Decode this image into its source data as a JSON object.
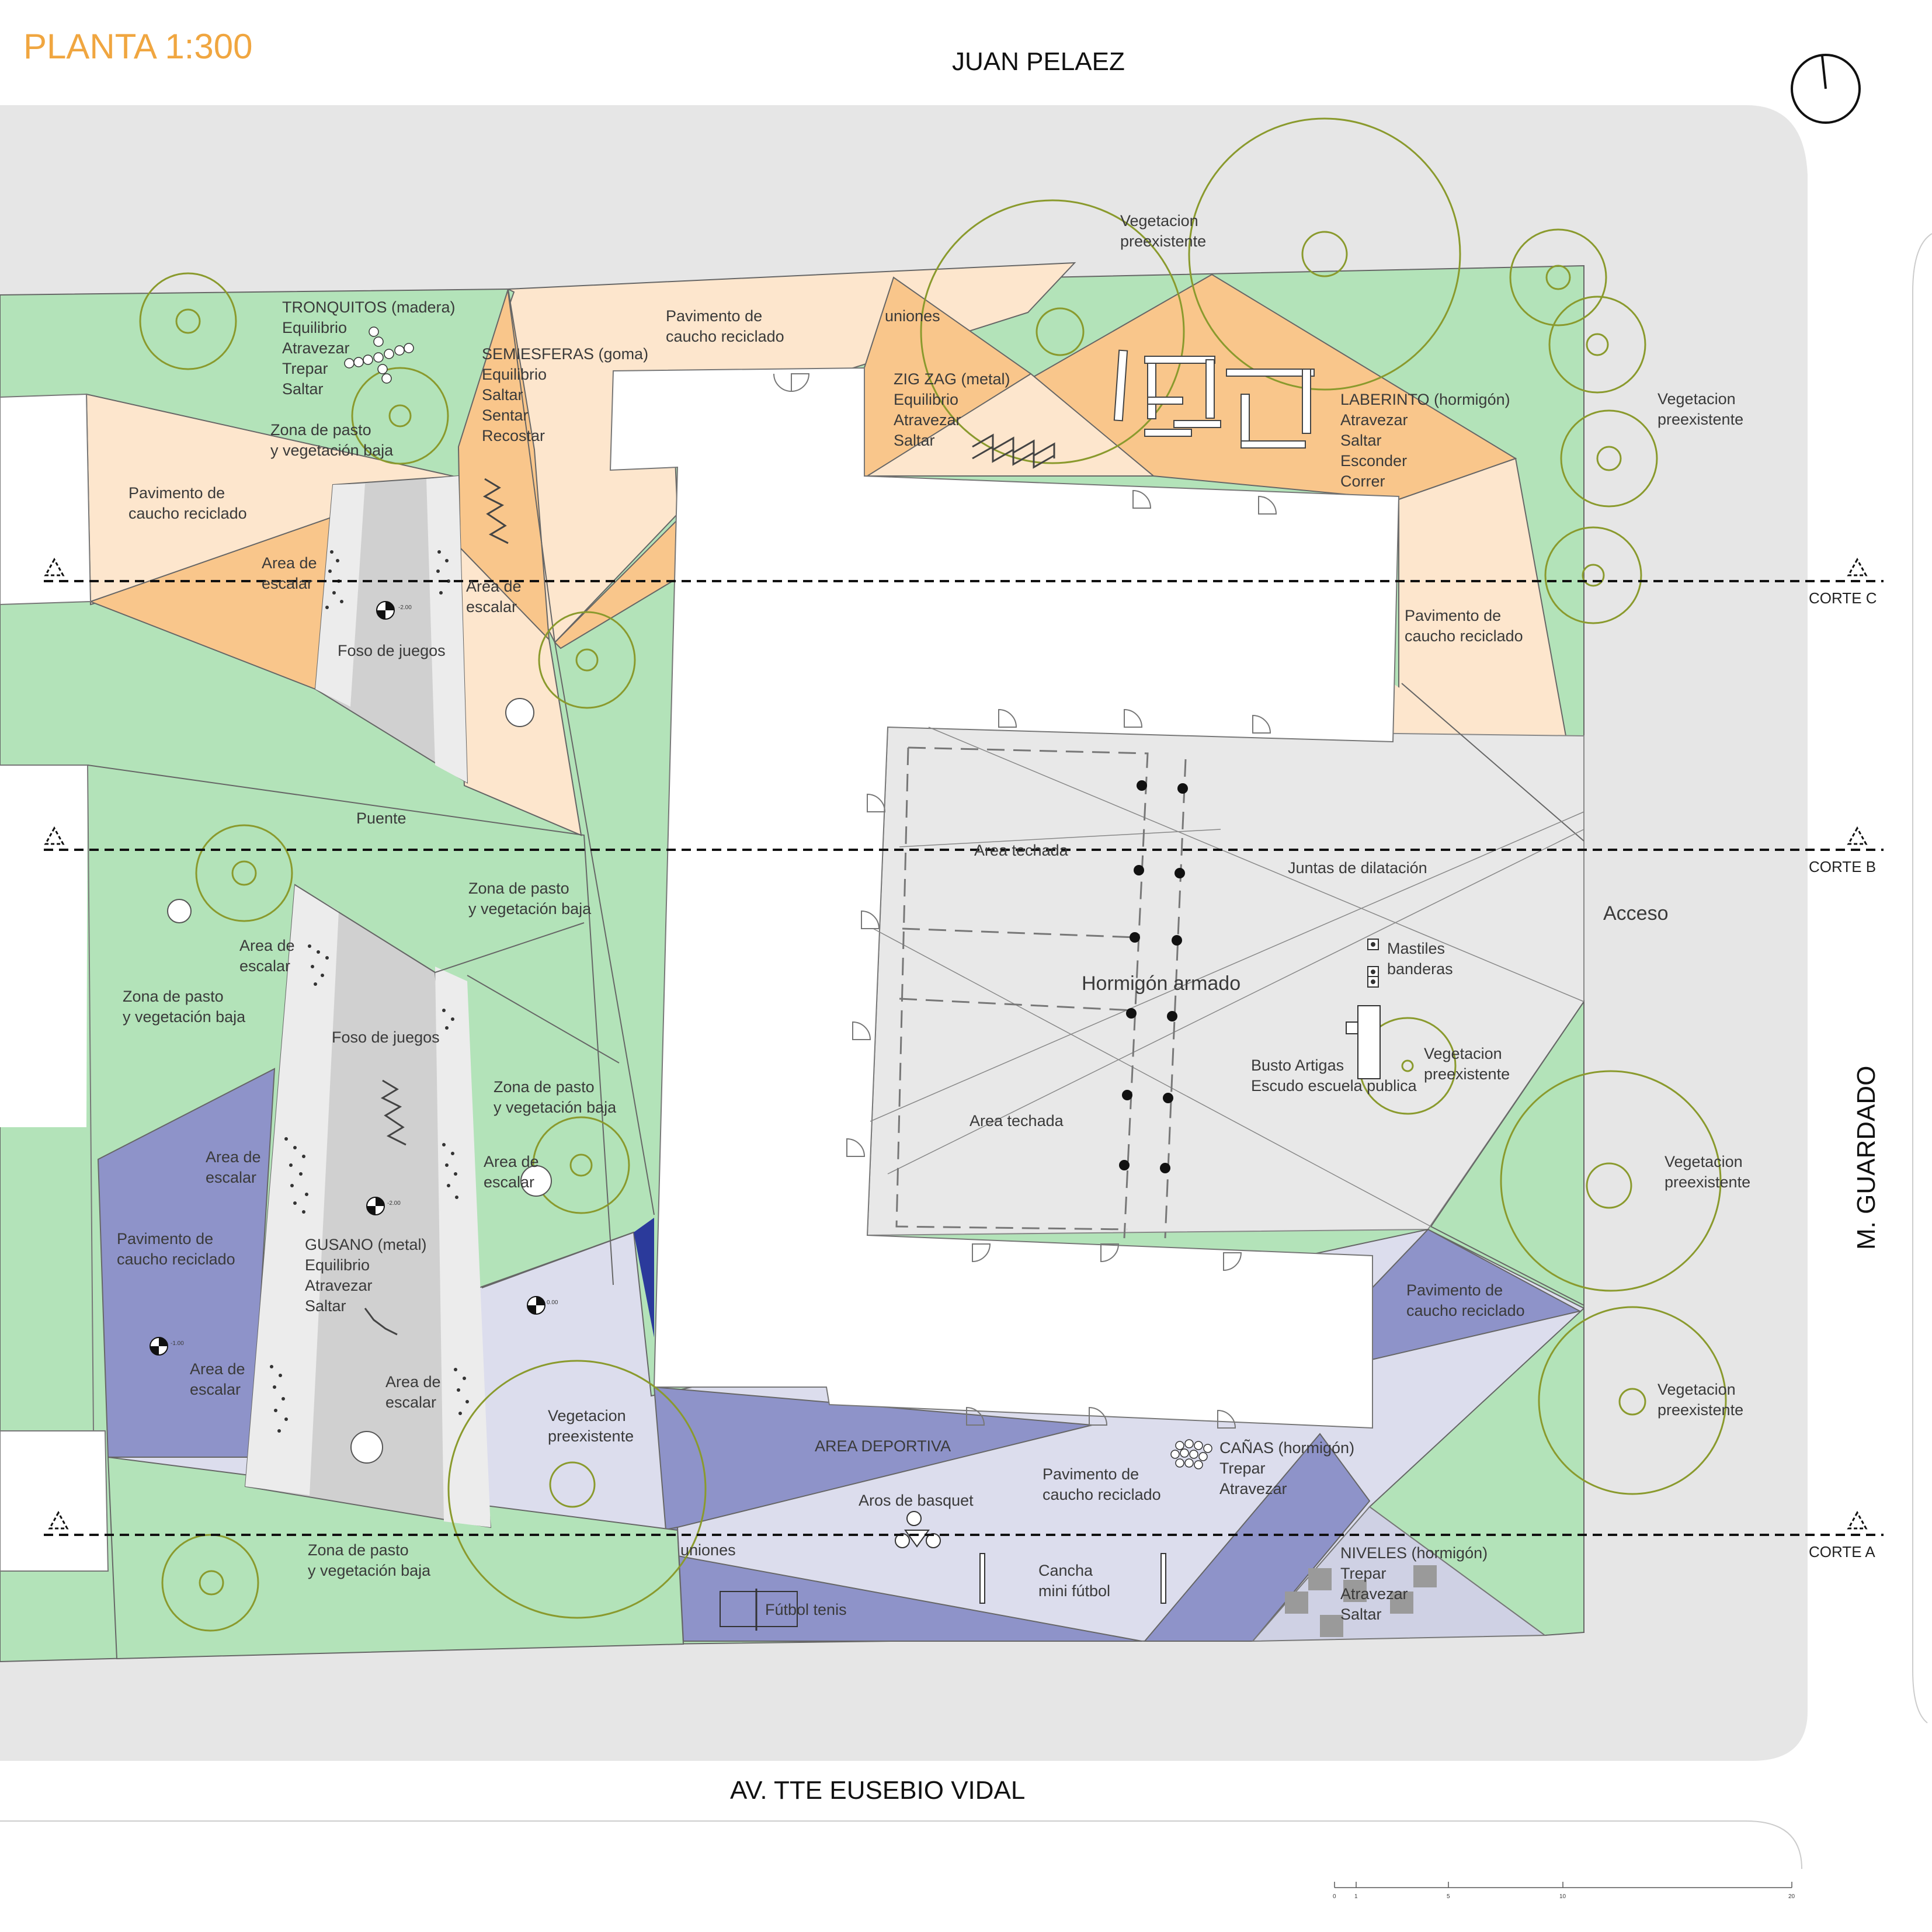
{
  "title": "PLANTA 1:300",
  "streets": {
    "north": "JUAN PELAEZ",
    "south": "AV. TTE EUSEBIO VIDAL",
    "east": "M. GUARDADO"
  },
  "section_cuts": [
    "CORTE C",
    "CORTE B",
    "CORTE A"
  ],
  "colors": {
    "grass": "#b3e3b9",
    "rubber_light": "#fde6cd",
    "rubber_orange": "#f9c68b",
    "sidewalk": "#e6e6e6",
    "concrete": "#e8e8e8",
    "sport_light": "#dcdded",
    "sport_blue": "#8e93c9",
    "sport_dark": "#2b3a9b",
    "tree_ring": "#8a9a2d",
    "title_orange": "#f0a640"
  },
  "labels": {
    "tronquitos": [
      "TRONQUITOS (madera)",
      "Equilibrio",
      "Atravezar",
      "Trepar",
      "Saltar"
    ],
    "semiesferas": [
      "SEMIESFERAS (goma)",
      "Equilibrio",
      "Saltar",
      "Sentar",
      "Recostar"
    ],
    "zigzag": [
      "ZIG ZAG (metal)",
      "Equilibrio",
      "Atravezar",
      "Saltar"
    ],
    "laberinto": [
      "LABERINTO (hormigón)",
      "Atravezar",
      "Saltar",
      "Esconder",
      "Correr"
    ],
    "gusano": [
      "GUSANO (metal)",
      "Equilibrio",
      "Atravezar",
      "Saltar"
    ],
    "canas": [
      "CAÑAS (hormigón)",
      "Trepar",
      "Atravezar"
    ],
    "niveles": [
      "NIVELES (hormigón)",
      "Trepar",
      "Atravezar",
      "Saltar"
    ],
    "pavimento": [
      "Pavimento de",
      "caucho reciclado"
    ],
    "zona_pasto": [
      "Zona de pasto",
      "y vegetación baja"
    ],
    "area_escalar": [
      "Area de",
      "escalar"
    ],
    "vegetacion": [
      "Vegetacion",
      "preexistente"
    ],
    "foso": "Foso de juegos",
    "puente": "Puente",
    "uniones": "uniones",
    "area_techada": "Area techada",
    "juntas": "Juntas de dilatación",
    "hormigon": "Hormigón armado",
    "acceso": "Acceso",
    "mastiles": [
      "Mastiles",
      "banderas"
    ],
    "busto": [
      "Busto Artigas",
      "Escudo escuela publica"
    ],
    "area_deportiva": "AREA DEPORTIVA",
    "aros": "Aros de basquet",
    "cancha": [
      "Cancha",
      "mini fútbol"
    ],
    "futbol_tenis": "Fútbol tenis"
  },
  "levels": [
    "-2.00",
    "-2.00",
    "-1.00",
    "0.00"
  ],
  "scale_bar": [
    "0",
    "1",
    "5",
    "10",
    "20"
  ]
}
